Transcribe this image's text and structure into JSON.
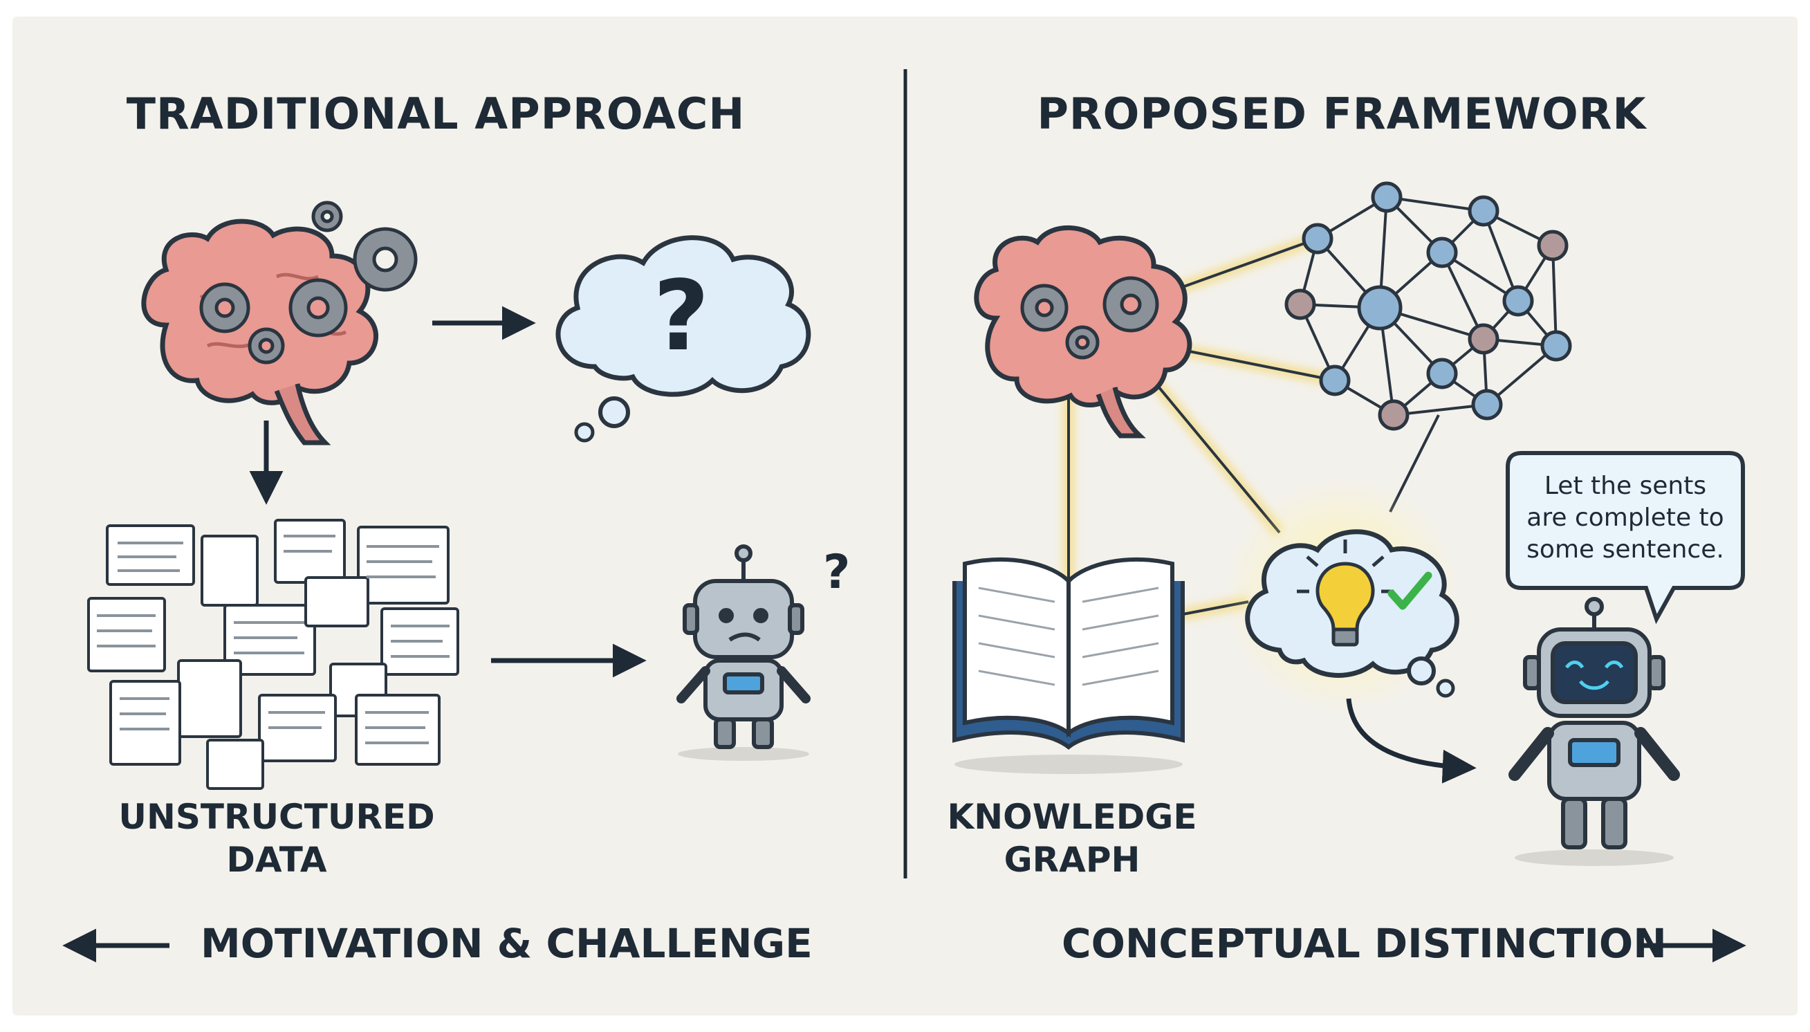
{
  "left": {
    "title": "TRADITIONAL APPROACH",
    "data_label": [
      "UNSTRUCTURED",
      "DATA"
    ],
    "footer": "MOTIVATION & CHALLENGE"
  },
  "right": {
    "title": "PROPOSED FRAMEWORK",
    "book_label": [
      "KNOWLEDGE",
      "GRAPH"
    ],
    "speech": [
      "Let the sents",
      "are complete to",
      "some sentence."
    ],
    "footer": "CONCEPTUAL DISTINCTION"
  },
  "colors": {
    "background": "#f3f1ec",
    "ink": "#1e2a35",
    "brain": "#e89a93",
    "node": "#8fb4d3",
    "node_alt": "#b39a9a",
    "glow": "#f3d35a",
    "cloud": "#dfeef8",
    "robot": "#b9c3cc",
    "check": "#3bb34a"
  },
  "icons": [
    "brain-icon",
    "gear-icon",
    "question-cloud-icon",
    "document-stack-icon",
    "robot-confused-icon",
    "network-graph-icon",
    "book-icon",
    "lightbulb-icon",
    "checkmark-icon",
    "robot-happy-icon",
    "speech-bubble-icon",
    "arrow-left-icon",
    "arrow-right-icon"
  ]
}
